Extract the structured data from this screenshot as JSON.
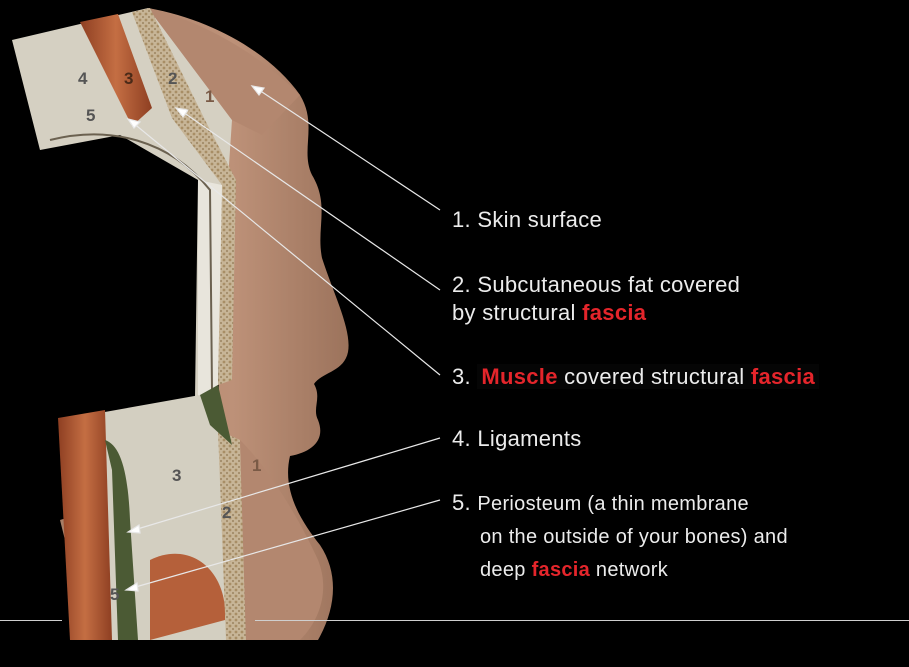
{
  "diagram": {
    "layer_numbers_upper": [
      "4",
      "3",
      "2",
      "1",
      "5"
    ],
    "layer_numbers_lower": [
      "3",
      "1",
      "2",
      "5"
    ],
    "colors": {
      "skin": "#b48a72",
      "skin_dark": "#8f6a55",
      "muscle": "#b5603a",
      "fascia": "#d9d6cc",
      "ligament_green": "#4b5a34",
      "accent_red": "#e4252b",
      "text": "#ececec"
    }
  },
  "labels": {
    "l1": {
      "num": "1.",
      "text": "Skin surface"
    },
    "l2": {
      "num": "2.",
      "line1": "Subcutaneous fat covered",
      "line2_pre": "by structural ",
      "line2_hl": "fascia"
    },
    "l3": {
      "num": "3.",
      "hl1": "Muscle",
      "mid": " covered structural ",
      "hl2": "fascia"
    },
    "l4": {
      "num": "4.",
      "text": "Ligaments"
    },
    "l5": {
      "num": "5.",
      "line1": "Periosteum (a thin membrane",
      "line2": "on the outside of your bones) and",
      "line3_pre": "deep ",
      "line3_hl": "fascia",
      "line3_post": " network"
    }
  }
}
